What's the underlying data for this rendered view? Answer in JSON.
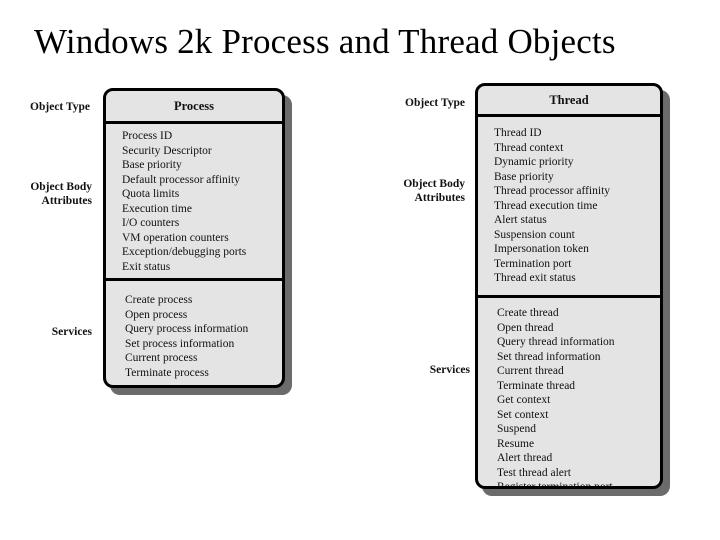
{
  "title": "Windows 2k Process and Thread Objects",
  "colors": {
    "background": "#ffffff",
    "box_fill": "#e4e4e4",
    "box_border": "#000000",
    "box_shadow": "#6b6b6b",
    "text": "#111111"
  },
  "side_labels": {
    "object_type": "Object Type",
    "object_body_line1": "Object Body",
    "object_body_line2": "Attributes",
    "services": "Services"
  },
  "process": {
    "name": "Process",
    "attributes": [
      "Process ID",
      "Security Descriptor",
      "Base priority",
      "Default processor affinity",
      "Quota limits",
      "Execution time",
      "I/O counters",
      "VM operation counters",
      "Exception/debugging ports",
      "Exit status"
    ],
    "services": [
      "Create process",
      "Open process",
      "Query process information",
      "Set process information",
      "Current process",
      "Terminate process"
    ]
  },
  "thread": {
    "name": "Thread",
    "attributes": [
      "Thread ID",
      "Thread context",
      "Dynamic priority",
      "Base priority",
      "Thread processor affinity",
      "Thread execution time",
      "Alert status",
      "Suspension count",
      "Impersonation token",
      "Termination port",
      "Thread exit status"
    ],
    "services": [
      "Create thread",
      "Open thread",
      "Query thread information",
      "Set thread information",
      "Current thread",
      "Terminate thread",
      "Get context",
      "Set context",
      "Suspend",
      "Resume",
      "Alert thread",
      "Test thread alert",
      "Register termination port"
    ]
  }
}
